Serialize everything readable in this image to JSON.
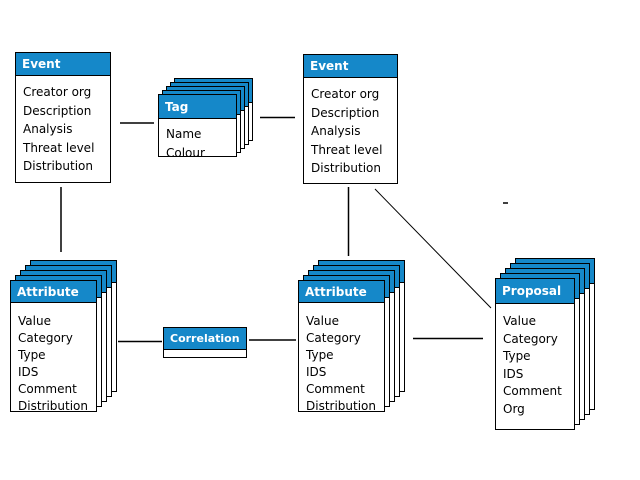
{
  "diagram": {
    "colors": {
      "header_fill": "#1588c9",
      "header_text": "#ffffff",
      "box_border": "#000000",
      "line_color": "#000000",
      "background": "#ffffff"
    },
    "nodes": [
      {
        "id": "event-left",
        "title": "Event",
        "stacked": false,
        "stack_count": 1,
        "fields": [
          "Creator org",
          "Description",
          "Analysis",
          "Threat level",
          "Distribution"
        ]
      },
      {
        "id": "tag",
        "title": "Tag",
        "stacked": true,
        "stack_count": 5,
        "fields": [
          "Name",
          "Colour"
        ]
      },
      {
        "id": "event-right",
        "title": "Event",
        "stacked": false,
        "stack_count": 1,
        "fields": [
          "Creator org",
          "Description",
          "Analysis",
          "Threat level",
          "Distribution"
        ]
      },
      {
        "id": "attribute-left",
        "title": "Attribute",
        "stacked": true,
        "stack_count": 5,
        "fields": [
          "Value",
          "Category",
          "Type",
          "IDS",
          "Comment",
          "Distribution"
        ]
      },
      {
        "id": "correlation",
        "title": "Correlation",
        "stacked": false,
        "stack_count": 1,
        "fields": []
      },
      {
        "id": "attribute-middle",
        "title": "Attribute",
        "stacked": true,
        "stack_count": 5,
        "fields": [
          "Value",
          "Category",
          "Type",
          "IDS",
          "Comment",
          "Distribution"
        ]
      },
      {
        "id": "proposal",
        "title": "Proposal",
        "stacked": true,
        "stack_count": 5,
        "fields": [
          "Value",
          "Category",
          "Type",
          "IDS",
          "Comment",
          "Org"
        ]
      }
    ],
    "connections": [
      {
        "from": "event-left",
        "to": "tag",
        "style": "horizontal"
      },
      {
        "from": "tag",
        "to": "event-right",
        "style": "horizontal"
      },
      {
        "from": "event-left",
        "to": "attribute-left",
        "style": "vertical"
      },
      {
        "from": "event-right",
        "to": "attribute-middle",
        "style": "vertical"
      },
      {
        "from": "event-right",
        "to": "proposal",
        "style": "diagonal"
      },
      {
        "from": "attribute-left",
        "to": "correlation",
        "style": "horizontal"
      },
      {
        "from": "correlation",
        "to": "attribute-middle",
        "style": "horizontal"
      },
      {
        "from": "attribute-middle",
        "to": "proposal",
        "style": "horizontal"
      }
    ]
  }
}
